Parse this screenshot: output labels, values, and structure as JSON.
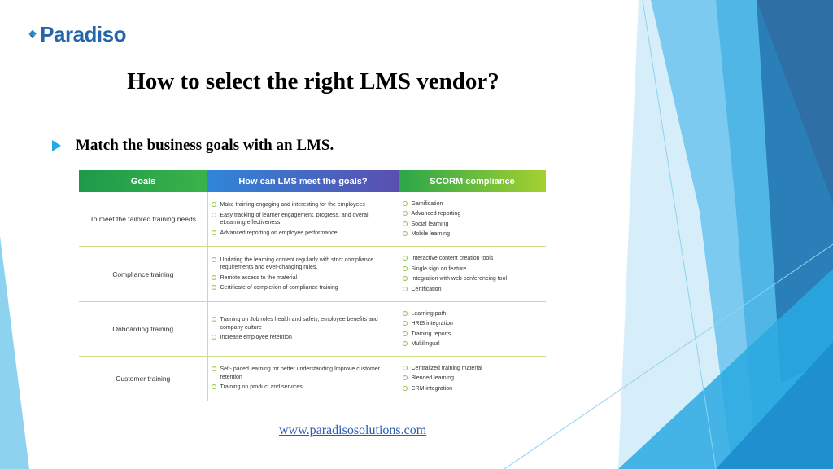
{
  "brand": {
    "name": "Paradiso",
    "logo_icon": "diamond-logo-icon",
    "color": "#2566a8"
  },
  "slide": {
    "title": "How to select the right LMS vendor?",
    "bullet": "Match the business goals with an LMS."
  },
  "table": {
    "headers": {
      "goals": "Goals",
      "how": "How can LMS meet the goals?",
      "scorm": "SCORM compliance"
    },
    "rows": [
      {
        "goal": "To meet the tailored training needs",
        "how": [
          "Make training engaging and interesting for the employees",
          "Easy tracking of learner engagement, progress, and overall eLearning effectiveness",
          "Advanced reporting on employee performance"
        ],
        "scorm": [
          "Gamification",
          "Advanced reporting",
          "Social learning",
          "Mobile learning"
        ]
      },
      {
        "goal": "Compliance training",
        "how": [
          "Updating the learning content regularly with strict compliance requirements and ever-changing rules.",
          "Remote access to the material",
          "Certificate of completion of compliance training"
        ],
        "scorm": [
          "Interactive content creation tools",
          "Single sign on feature",
          "Integration with web conferencing tool",
          "Certification"
        ]
      },
      {
        "goal": "Onboarding training",
        "how": [
          "Training on Job roles health and safety, employee benefits and company culture",
          "Increase employee retention"
        ],
        "scorm": [
          "Learning path",
          "HRIS integration",
          "Training reports",
          "Multilingual"
        ]
      },
      {
        "goal": "Customer training",
        "how": [
          "Self- paced learning for better understanding Improve customer retention",
          "Training on product and services"
        ],
        "scorm": [
          "Centralized training material",
          "Blended learning",
          "CRM integration"
        ]
      }
    ]
  },
  "footer": {
    "link": "www.paradisosolutions.com"
  },
  "colors": {
    "accent_blue": "#29a9e1",
    "bullet_ring": "#8cc63f",
    "table_line": "#c8e08a"
  }
}
